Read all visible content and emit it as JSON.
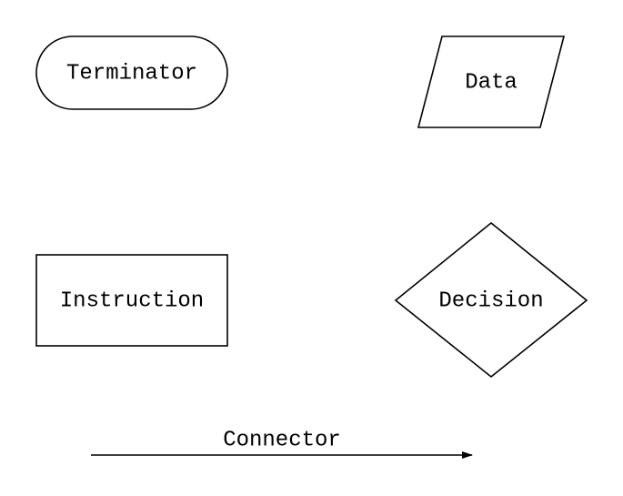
{
  "shapes": {
    "terminator": {
      "label": "Terminator"
    },
    "data": {
      "label": "Data"
    },
    "instruction": {
      "label": "Instruction"
    },
    "decision": {
      "label": "Decision"
    }
  },
  "connector": {
    "label": "Connector"
  }
}
